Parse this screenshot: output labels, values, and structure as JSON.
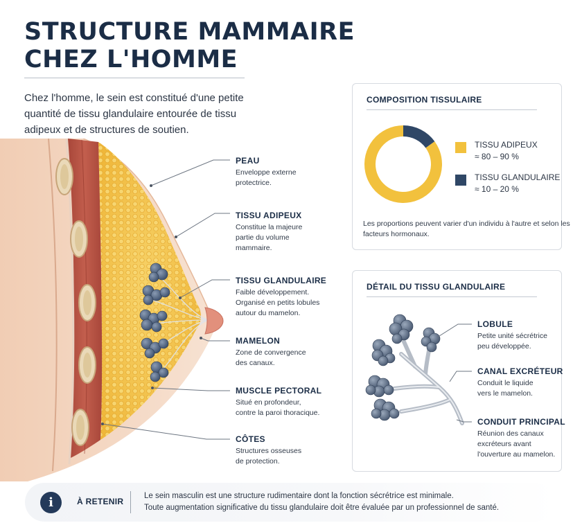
{
  "title": {
    "line1": "STRUCTURE MAMMAIRE",
    "line2": "CHEZ L'HOMME"
  },
  "intro": "Chez l'homme, le sein est constitué d'une petite quantité de tissu glandulaire entourée de tissu adipeux et de structures de soutien.",
  "labels": [
    {
      "title": "PEAU",
      "desc": "Enveloppe externe\nprotectrice."
    },
    {
      "title": "TISSU ADIPEUX",
      "desc": "Constitue la majeure\npartie du volume\nmammaire."
    },
    {
      "title": "TISSU GLANDULAIRE",
      "desc": "Faible développement.\nOrganisé en petits lobules\nautour du mamelon."
    },
    {
      "title": "MAMELON",
      "desc": "Zone de convergence\ndes canaux."
    },
    {
      "title": "MUSCLE PECTORAL",
      "desc": "Situé en profondeur,\ncontre la paroi thoracique."
    },
    {
      "title": "CÔTES",
      "desc": "Structures osseuses\nde protection."
    }
  ],
  "composition": {
    "heading": "COMPOSITION TISSULAIRE",
    "legend": [
      {
        "name": "TISSU ADIPEUX",
        "range": "≈ 80 – 90 %",
        "color": "#f2c13d"
      },
      {
        "name": "TISSU GLANDULAIRE",
        "range": "≈ 10 – 20 %",
        "color": "#2f4766"
      }
    ],
    "note": "Les proportions peuvent varier d'un individu à l'autre et selon les facteurs hormonaux."
  },
  "chart_data": {
    "type": "pie",
    "categories": [
      "TISSU ADIPEUX",
      "TISSU GLANDULAIRE"
    ],
    "values": [
      85,
      15
    ],
    "colors": [
      "#f2c13d",
      "#2f4766"
    ]
  },
  "detail": {
    "heading": "DÉTAIL DU TISSU GLANDULAIRE",
    "labels": [
      {
        "title": "LOBULE",
        "desc": "Petite unité sécrétrice\npeu développée."
      },
      {
        "title": "CANAL EXCRÉTEUR",
        "desc": "Conduit le liquide\nvers le mamelon."
      },
      {
        "title": "CONDUIT PRINCIPAL",
        "desc": "Réunion des canaux\nexcréteurs avant\nl'ouverture au mamelon."
      }
    ]
  },
  "footer": {
    "icon": "info-icon",
    "icon_glyph": "i",
    "title": "À RETENIR",
    "line1": "Le sein masculin est une structure rudimentaire dont la fonction sécrétrice est minimale.",
    "line2": "Toute augmentation significative du tissu glandulaire doit être évaluée par un professionnel de santé."
  }
}
